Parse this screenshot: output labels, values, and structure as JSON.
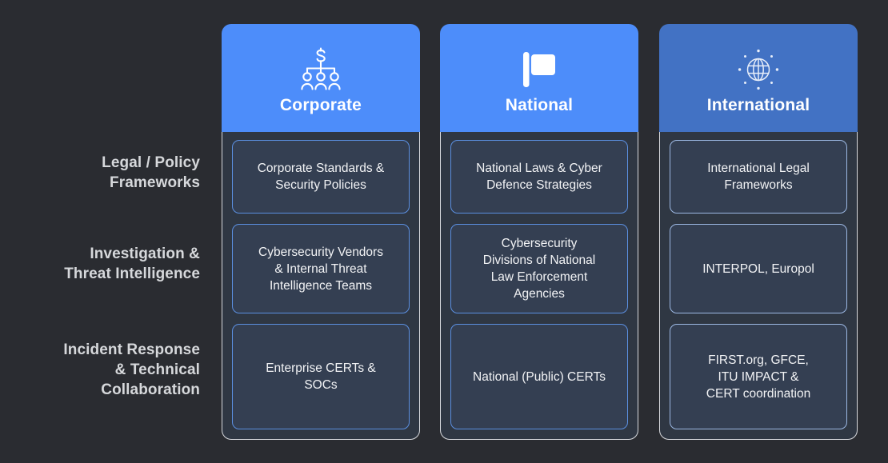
{
  "theme": {
    "background": "#2a2c31",
    "header_blue": "#4d8dfa",
    "header_blue_muted": "#4272c4",
    "column_body": "#2f3743",
    "cell_fill": "#343f52",
    "cell_border": "#5b8fe0",
    "cell_border_muted": "#9cb8e3",
    "label_text": "#d6d8db",
    "cell_text": "#f2f3f5"
  },
  "rows": [
    {
      "label": "Legal / Policy\nFrameworks"
    },
    {
      "label": "Investigation &\nThreat Intelligence"
    },
    {
      "label": "Incident Response\n& Technical\nCollaboration"
    }
  ],
  "columns": [
    {
      "title": "Corporate",
      "icon": "org-chart-dollar-icon",
      "header_color": "#4d8dfa",
      "cells": [
        "Corporate Standards &\nSecurity Policies",
        "Cybersecurity Vendors\n& Internal Threat\nIntelligence Teams",
        "Enterprise CERTs &\nSOCs"
      ]
    },
    {
      "title": "National",
      "icon": "flag-icon",
      "header_color": "#4d8dfa",
      "cells": [
        "National Laws & Cyber\nDefence Strategies",
        "Cybersecurity\nDivisions of National\nLaw Enforcement\nAgencies",
        "National (Public) CERTs"
      ]
    },
    {
      "title": "International",
      "icon": "globe-network-icon",
      "header_color": "#4272c4",
      "cells": [
        "International Legal\nFrameworks",
        "INTERPOL, Europol",
        "FIRST.org, GFCE,\nITU IMPACT &\nCERT coordination"
      ]
    }
  ]
}
